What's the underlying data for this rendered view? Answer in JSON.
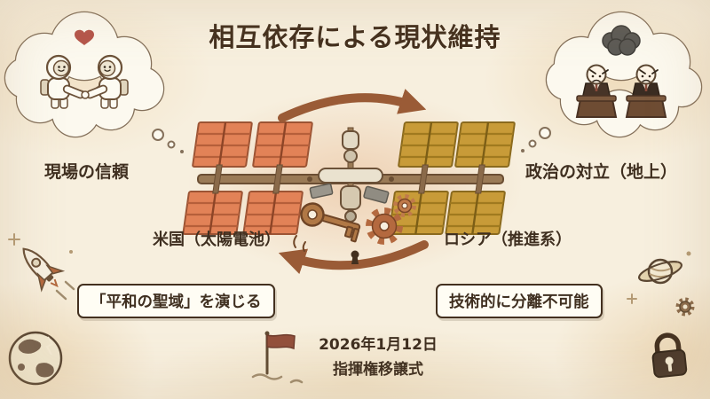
{
  "title": "相互依存による現状維持",
  "bubbles": {
    "left": {
      "label": "現場の信頼",
      "icon": "astronauts-handshake-icon"
    },
    "right": {
      "label": "政治の対立（地上）",
      "icon": "politicians-debate-icon"
    }
  },
  "station": {
    "us_label": "米国（太陽電池）",
    "russia_label": "ロシア（推進系）"
  },
  "callouts": {
    "left_box": "「平和の聖域」を演じる",
    "right_box": "技術的に分離不可能"
  },
  "event": {
    "date": "2026年1月12日",
    "name": "指揮権移譲式"
  },
  "colors": {
    "background": "#f7efde",
    "text": "#3f2f20",
    "arrow": "#9a5b36",
    "us_panels": "#e28257",
    "russia_panels": "#c89b38",
    "box_background": "#fffdf4",
    "box_border": "#43301f",
    "heart": "#b5554a",
    "storm_cloud": "#5c5a55"
  }
}
